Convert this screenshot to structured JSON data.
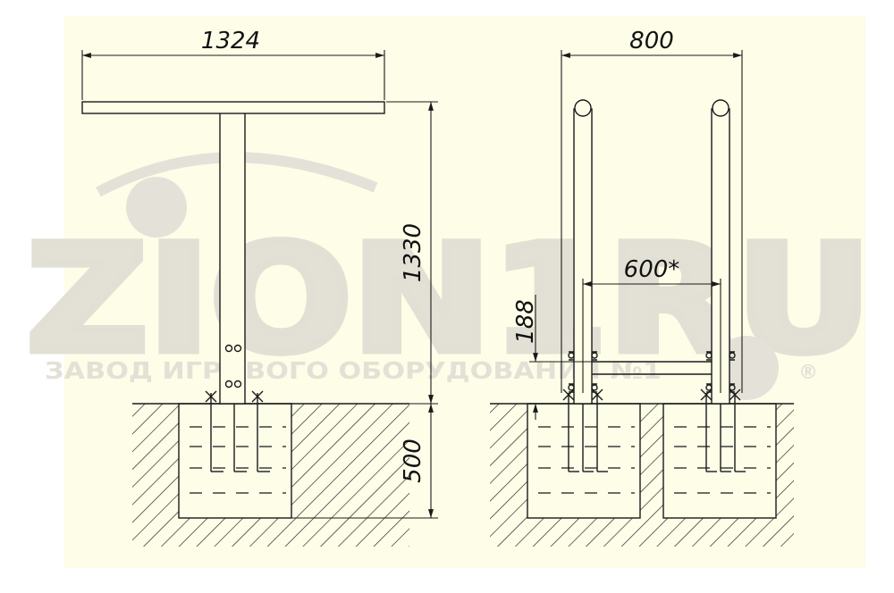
{
  "colors": {
    "paper": "#fdfde8",
    "line": "#1a1a1a",
    "watermark": "#e4e2d8"
  },
  "watermark": {
    "logo_text": "ZION1RU",
    "caption": "ЗАВОД ИГРОВОГО ОБОРУДОВАНИЯ №1",
    "registered": "®"
  },
  "side_view": {
    "width_label": "1324",
    "height_label": "1330",
    "depth_label": "500"
  },
  "front_view": {
    "width_label": "800",
    "inner_label": "600*",
    "bar_height_label": "188"
  }
}
